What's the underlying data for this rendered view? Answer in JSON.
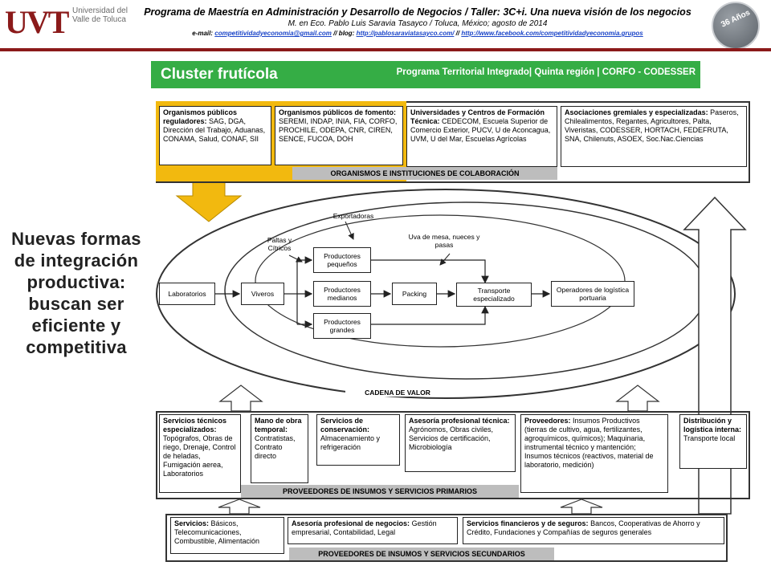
{
  "header": {
    "logo_mark": "UVT",
    "logo_name": "Universidad del Valle de Toluca",
    "line1": "Programa de Maestría en Administración y Desarrollo de Negocios / Taller: 3C+i. Una nueva visión de los negocios",
    "line2": "M. en Eco. Pablo Luis Saravia Tasayco / Toluca, México; agosto de 2014",
    "email_label": "e-mail:",
    "email": "competitividadyeconomia@gmail.com",
    "blog_label": "// blog:",
    "blog": "http://pablosaraviatasayco.com/",
    "sep": "//",
    "facebook": "http://www.facebook.com/competitividadyeconomia.grupos",
    "badge": "36 Años"
  },
  "left_title": "Nuevas formas de integración productiva: buscan ser eficiente y competitiva",
  "banner": {
    "title": "Cluster frutícola",
    "subtitle": "Programa Territorial Integrado| Quinta región | CORFO - CODESSER"
  },
  "top_section": {
    "band": "ORGANISMOS E INSTITUCIONES DE COLABORACIÓN",
    "boxes": [
      {
        "title": "Organismos públicos reguladores:",
        "body": "SAG, DGA, Dirección del Trabajo, Aduanas, CONAMA, Salud, CONAF, SII"
      },
      {
        "title": "Organismos públicos de fomento:",
        "body": "SEREMI, INDAP, INIA, FIA, CORFO, PROCHILE, ODEPA, CNR, CIREN, SENCE, FUCOA, DOH"
      },
      {
        "title": "Universidades y Centros de Formación Técnica:",
        "body": "CEDECOM, Escuela Superior de Comercio Exterior, PUCV, U de Aconcagua, UVM, U del Mar, Escuelas Agrícolas"
      },
      {
        "title": "Asociaciones gremiales y especializadas:",
        "body": "Paseros, Chilealimentos, Regantes, Agricultores, Palta, Viveristas, CODESSER, HORTACH, FEDEFRUTA, SNA, Chilenuts, ASOEX, Soc.Nac.Ciencias"
      }
    ]
  },
  "flow": {
    "exportadoras": "Exportadoras",
    "paltas": "Paltas y Cítricos",
    "uva": "Uva de mesa, nueces y pasas",
    "laboratorios": "Laboratorios",
    "viveros": "Viveros",
    "pequenos": "Productores pequeños",
    "medianos": "Productores medianos",
    "grandes": "Productores grandes",
    "packing": "Packing",
    "transporte": "Transporte especializado",
    "operadores": "Operadores de logística portuaria",
    "cadena": "CADENA DE VALOR"
  },
  "primary_section": {
    "band": "PROVEEDORES DE INSUMOS Y SERVICIOS PRIMARIOS",
    "boxes": [
      {
        "title": "Servicios técnicos especializados:",
        "body": "Topógrafos, Obras de riego, Drenaje, Control de heladas, Fumigación aerea, Laboratorios"
      },
      {
        "title": "Mano de obra temporal:",
        "body": "Contratistas, Contrato directo"
      },
      {
        "title": "Servicios de conservación:",
        "body": "Almacenamiento y refrigeración"
      },
      {
        "title": "Asesoría profesional técnica:",
        "body": "Agrónomos, Obras civiles, Servicios de certificación, Microbiología"
      },
      {
        "title": "Proveedores:",
        "body": "Insumos Productivos (tierras de cultivo, agua, fertilizantes, agroquímicos, químicos); Maquinaria, instrumental técnico y mantención; Insumos técnicos (reactivos, material de laboratorio, medición)"
      },
      {
        "title": "Distribución y logística interna:",
        "body": "Transporte local"
      }
    ]
  },
  "secondary_section": {
    "band": "PROVEEDORES DE INSUMOS Y SERVICIOS SECUNDARIOS",
    "boxes": [
      {
        "title": "Servicios:",
        "body": "Básicos, Telecomunicaciones, Combustible, Alimentación"
      },
      {
        "title": "Asesoría profesional de negocios:",
        "body": "Gestión empresarial, Contabilidad, Legal"
      },
      {
        "title": "Servicios financieros y de seguros:",
        "body": "Bancos, Cooperativas de Ahorro y Crédito, Fundaciones y Compañías de seguros generales"
      }
    ]
  },
  "colors": {
    "brand_red": "#8b1a1a",
    "brand_gold": "#c08a1a",
    "banner_green": "#35ad45",
    "org_yellow": "#f2b90f",
    "link_blue": "#1a44c8"
  }
}
